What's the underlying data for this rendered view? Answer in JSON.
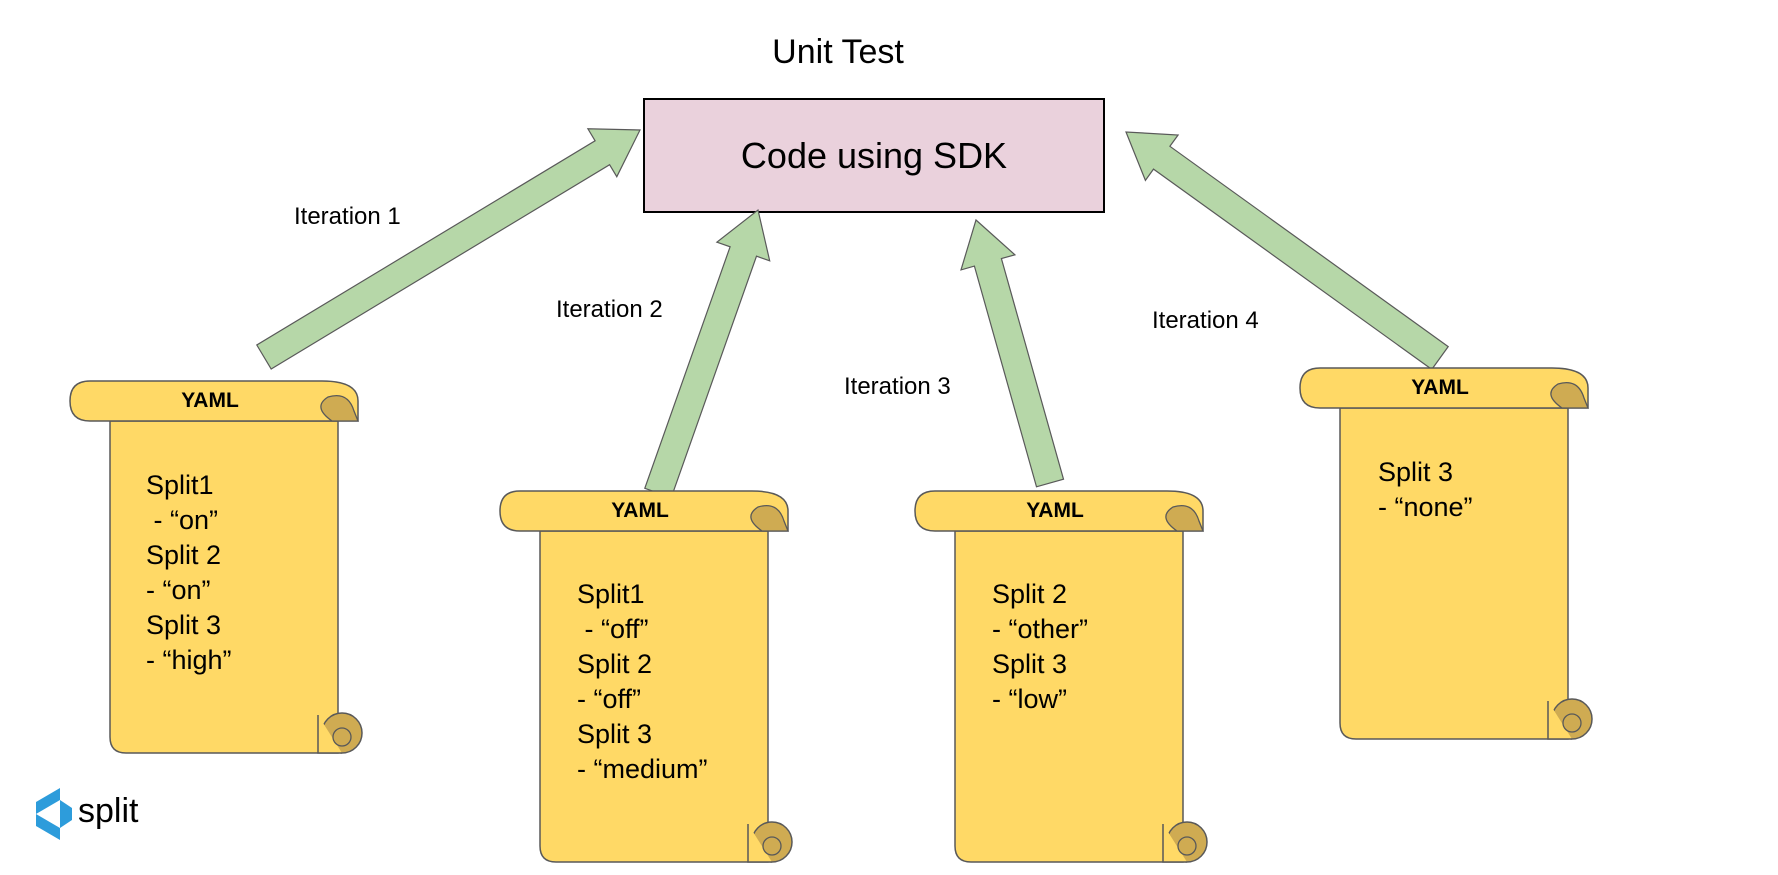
{
  "title": "Unit Test",
  "box": {
    "label": "Code using SDK"
  },
  "iterations": [
    {
      "label": "Iteration 1"
    },
    {
      "label": "Iteration 2"
    },
    {
      "label": "Iteration 3"
    },
    {
      "label": "Iteration 4"
    }
  ],
  "scrolls": [
    {
      "header": "YAML",
      "lines": [
        "Split1",
        " - “on”",
        "Split 2",
        "- “on”",
        "Split 3",
        "- “high”"
      ]
    },
    {
      "header": "YAML",
      "lines": [
        "Split1",
        " - “off”",
        "Split 2",
        "- “off”",
        "Split 3",
        "- “medium”"
      ]
    },
    {
      "header": "YAML",
      "lines": [
        "Split 2",
        "- “other”",
        "Split 3",
        "- “low”"
      ]
    },
    {
      "header": "YAML",
      "lines": [
        "Split 3",
        "- “none”"
      ]
    }
  ],
  "logo": {
    "text": "split"
  },
  "colors": {
    "box_fill": "#ead1dc",
    "scroll_fill": "#ffd966",
    "scroll_curl": "#cfab52",
    "arrow_fill": "#b6d7a8",
    "logo_blue": "#2d9cdb"
  }
}
